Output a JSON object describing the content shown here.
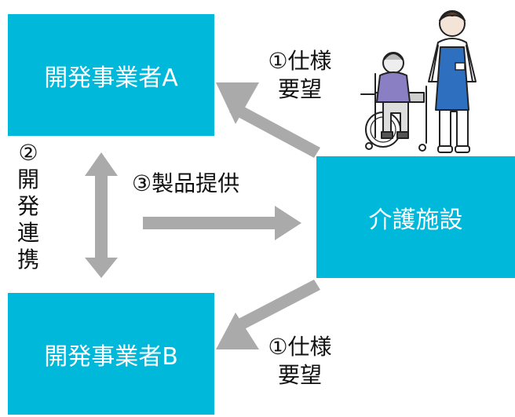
{
  "nodes": {
    "developer_a": "開発事業者A",
    "developer_b": "開発事業者B",
    "care_facility": "介護施設"
  },
  "labels": {
    "spec_request_top": [
      "①仕様",
      "要望"
    ],
    "spec_request_bottom": [
      "①仕様",
      "要望"
    ],
    "product_provision": "③製品提供",
    "dev_collab_chars": [
      "②",
      "開",
      "発",
      "連",
      "携"
    ]
  },
  "colors": {
    "box_fill": "#00b8d9",
    "box_text": "#ffffff",
    "arrow": "#aaaaaa",
    "text": "#111111"
  },
  "icons": {
    "illustration": "caregiver-with-elderly-wheelchair-icon"
  }
}
